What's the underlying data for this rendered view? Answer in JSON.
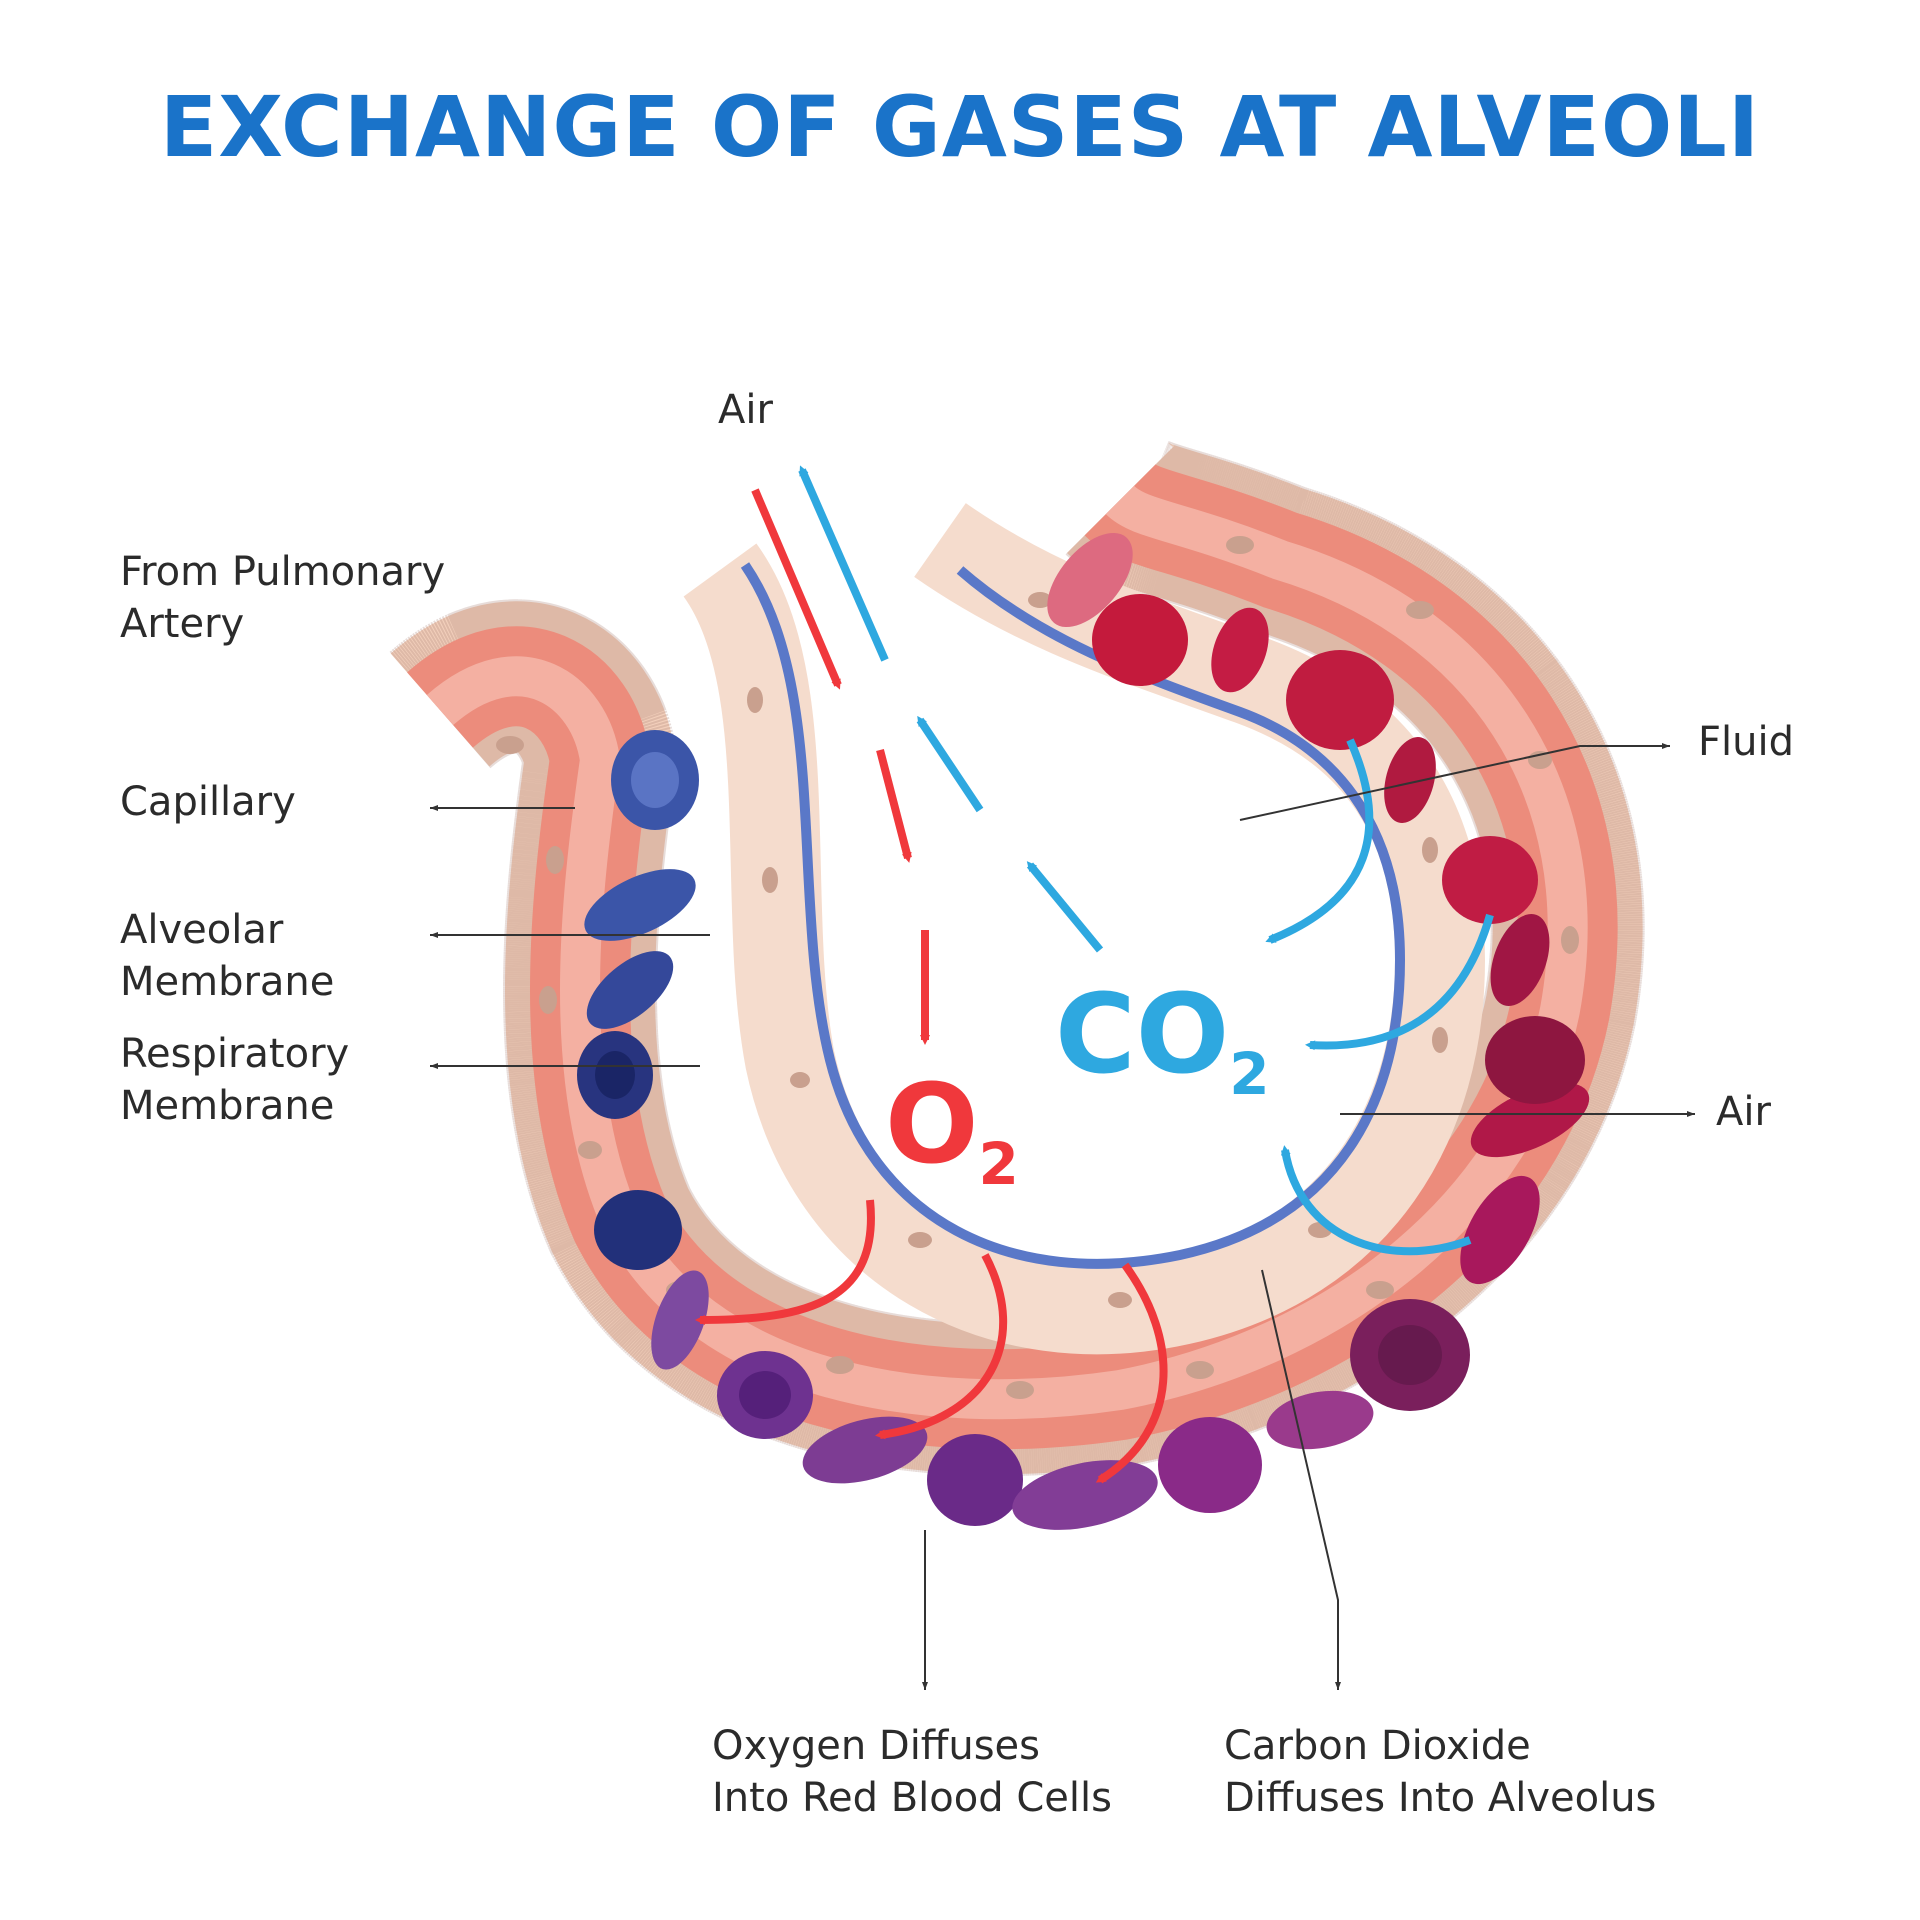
{
  "title": "EXCHANGE OF GASES AT ALVEOLI",
  "labels": {
    "air_top": "Air",
    "from_pulmonary_artery": [
      "From Pulmonary",
      "Artery"
    ],
    "capillary": "Capillary",
    "alveolar_membrane": [
      "Alveolar",
      "Membrane"
    ],
    "respiratory_membrane": [
      "Respiratory",
      "Membrane"
    ],
    "fluid": "Fluid",
    "air_right": "Air",
    "oxygen_diffuses": [
      "Oxygen Diffuses",
      "Into Red Blood Cells"
    ],
    "carbon_dioxide_diffuses": [
      "Carbon Dioxide",
      "Diffuses Into Alveolus"
    ]
  },
  "gases": {
    "oxygen": {
      "base": "O",
      "sub": "2"
    },
    "carbon_dioxide": {
      "base": "CO",
      "sub": "2"
    }
  },
  "colors": {
    "title": "#1a73c9",
    "oxygen": "#f0383c",
    "carbon_dioxide": "#2ea8e0",
    "membrane_outline": "#5a78c8",
    "cell_wall": "#f5d6c6",
    "capillary_blood": "#ec8c7c",
    "deoxygenated_cell": "#3b55a8",
    "mixed_cell": "#7d3c93",
    "oxygenated_cell": "#c01c44"
  }
}
